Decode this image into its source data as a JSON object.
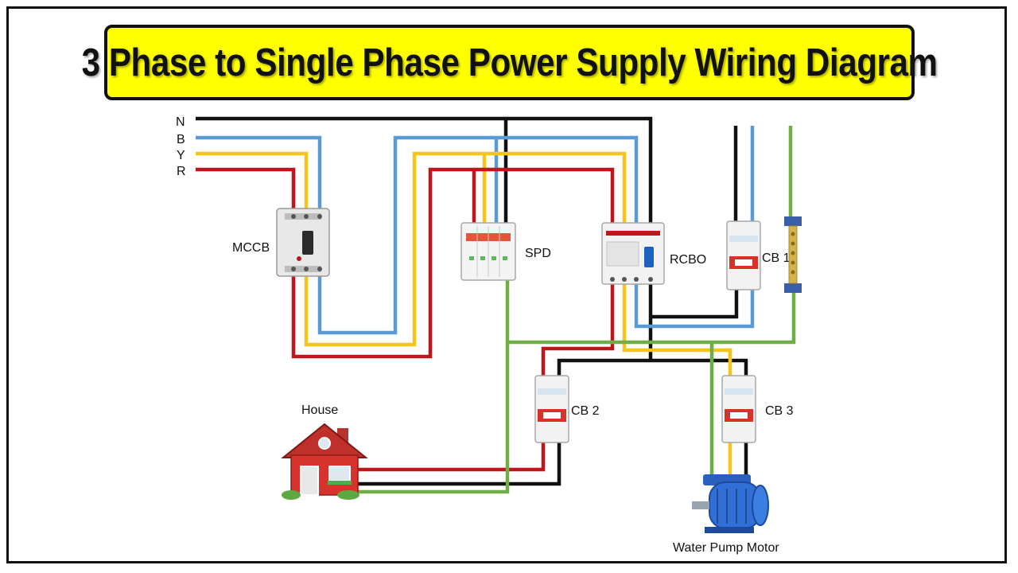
{
  "title": "3 Phase to Single Phase Power Supply Wiring Diagram",
  "supply_lines": [
    {
      "label": "N",
      "color": "#111111"
    },
    {
      "label": "B",
      "color": "#5b9bd5"
    },
    {
      "label": "Y",
      "color": "#f5c518"
    },
    {
      "label": "R",
      "color": "#c0161b"
    }
  ],
  "earth_color": "#70ad47",
  "devices": {
    "mccb": "MCCB",
    "spd": "SPD",
    "rcbo": "RCBO",
    "cb1": "CB 1",
    "cb2": "CB 2",
    "cb3": "CB 3"
  },
  "loads": {
    "house": "House",
    "motor": "Water Pump Motor"
  }
}
